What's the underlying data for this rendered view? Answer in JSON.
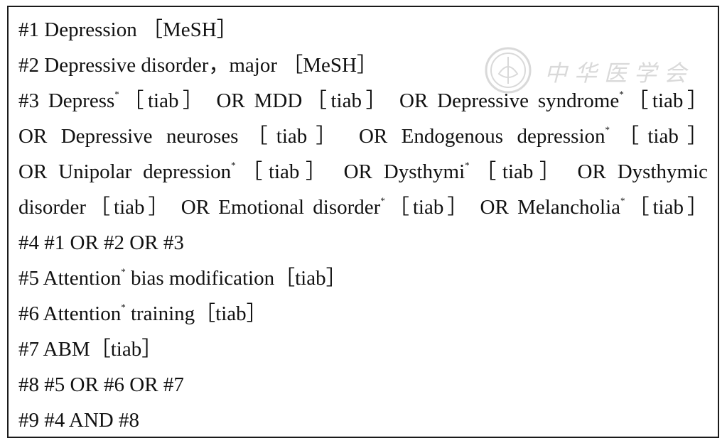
{
  "watermark": {
    "icon": "emblem-seal-icon",
    "text": "中华医学会"
  },
  "query": {
    "lines": [
      [
        "#1 Depression ［MeSH］"
      ],
      [
        "#2 Depressive disorder，major ［MeSH］"
      ],
      [
        "#3 Depress",
        "*",
        "［tiab］ OR MDD［tiab］ OR Depressive syndrome",
        "*",
        "［tiab］"
      ],
      [
        "OR Depressive neuroses［tiab］ OR Endogenous depression",
        "*",
        "［tiab］"
      ],
      [
        "OR Unipolar depression",
        "*",
        "［tiab］ OR Dysthymi",
        "*",
        "［tiab］ OR Dysthymic"
      ],
      [
        "disorder［tiab］ OR Emotional disorder",
        "*",
        "［tiab］ OR Melancholia",
        "*",
        "［tiab］"
      ],
      [
        "#4 #1 OR #2 OR #3"
      ],
      [
        "#5 Attention",
        "*",
        " bias modification［tiab］"
      ],
      [
        "#6 Attention",
        "*",
        " training［tiab］"
      ],
      [
        "#7 ABM［tiab］"
      ],
      [
        "#8 #5 OR #6 OR #7"
      ],
      [
        "#9 #4 AND #8"
      ]
    ]
  }
}
